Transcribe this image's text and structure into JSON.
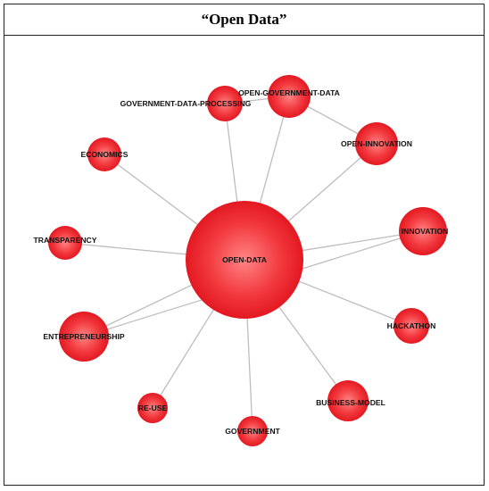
{
  "title": "“Open Data”",
  "colors": {
    "node_fill_center": "#ff8080",
    "node_fill_edge": "#e5121b",
    "edge": "#bdbdbd",
    "border": "#222222",
    "label": "#111111"
  },
  "network": {
    "nodes": [
      {
        "id": "open-data",
        "label": "OPEN-DATA"
      },
      {
        "id": "government-data-processing",
        "label": "GOVERNMENT-DATA-PROCESSING"
      },
      {
        "id": "open-government-data",
        "label": "OPEN-GOVERNMENT-DATA"
      },
      {
        "id": "open-innovation",
        "label": "OPEN-INNOVATION"
      },
      {
        "id": "economics",
        "label": "ECONOMICS"
      },
      {
        "id": "innovation",
        "label": "INNOVATION"
      },
      {
        "id": "transparency",
        "label": "TRANSPARENCY"
      },
      {
        "id": "hackathon",
        "label": "HACKATHON"
      },
      {
        "id": "entrepreneurship",
        "label": "ENTREPRENEURSHIP"
      },
      {
        "id": "business-model",
        "label": "BUSINESS-MODEL"
      },
      {
        "id": "re-use",
        "label": "RE-USE"
      },
      {
        "id": "government",
        "label": "GOVERNMENT"
      }
    ],
    "edges": [
      {
        "from": "open-data",
        "to": "government-data-processing"
      },
      {
        "from": "open-data",
        "to": "open-government-data"
      },
      {
        "from": "open-data",
        "to": "open-innovation"
      },
      {
        "from": "open-data",
        "to": "economics"
      },
      {
        "from": "open-data",
        "to": "innovation"
      },
      {
        "from": "open-data",
        "to": "transparency"
      },
      {
        "from": "open-data",
        "to": "hackathon"
      },
      {
        "from": "open-data",
        "to": "entrepreneurship"
      },
      {
        "from": "open-data",
        "to": "business-model"
      },
      {
        "from": "open-data",
        "to": "re-use"
      },
      {
        "from": "open-data",
        "to": "government"
      },
      {
        "from": "government-data-processing",
        "to": "open-government-data"
      },
      {
        "from": "open-government-data",
        "to": "open-innovation"
      },
      {
        "from": "entrepreneurship",
        "to": "innovation"
      }
    ]
  }
}
